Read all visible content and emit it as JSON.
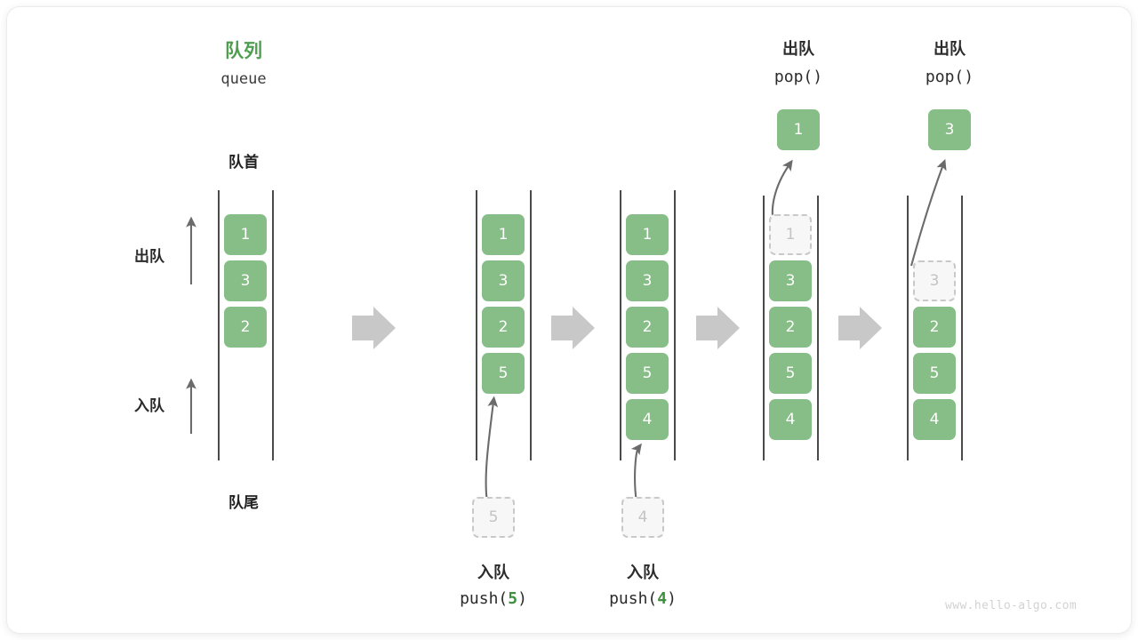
{
  "diagram": {
    "title_cn": "队列",
    "title_en": "queue",
    "front_label": "队首",
    "rear_label": "队尾",
    "dequeue_label": "出队",
    "enqueue_label": "入队",
    "watermark": "www.hello-algo.com",
    "colors": {
      "cell_green": "#87bd86",
      "title_green": "#4f9e4f",
      "ghost_gray": "#c3c3c3",
      "arrow_gray": "#c8c8c8",
      "rail_dark": "#4a4a4a"
    }
  },
  "steps": [
    {
      "id": "initial",
      "cells": [
        "1",
        "3",
        "2"
      ],
      "caption_cn": "",
      "caption_code": ""
    },
    {
      "id": "push-5",
      "cells": [
        "1",
        "3",
        "2",
        "5"
      ],
      "incoming": "5",
      "caption_cn": "入队",
      "caption_code_prefix": "push(",
      "caption_code_value": "5",
      "caption_code_suffix": ")"
    },
    {
      "id": "push-4",
      "cells": [
        "1",
        "3",
        "2",
        "5",
        "4"
      ],
      "incoming": "4",
      "caption_cn": "入队",
      "caption_code_prefix": "push(",
      "caption_code_value": "4",
      "caption_code_suffix": ")"
    },
    {
      "id": "pop-1",
      "cells": [
        "1",
        "3",
        "2",
        "5",
        "4"
      ],
      "removed": "1",
      "popped_value": "1",
      "header_cn": "出队",
      "header_code": "pop()"
    },
    {
      "id": "pop-3",
      "cells": [
        "3",
        "2",
        "5",
        "4"
      ],
      "removed": "3",
      "popped_value": "3",
      "header_cn": "出队",
      "header_code": "pop()"
    }
  ]
}
